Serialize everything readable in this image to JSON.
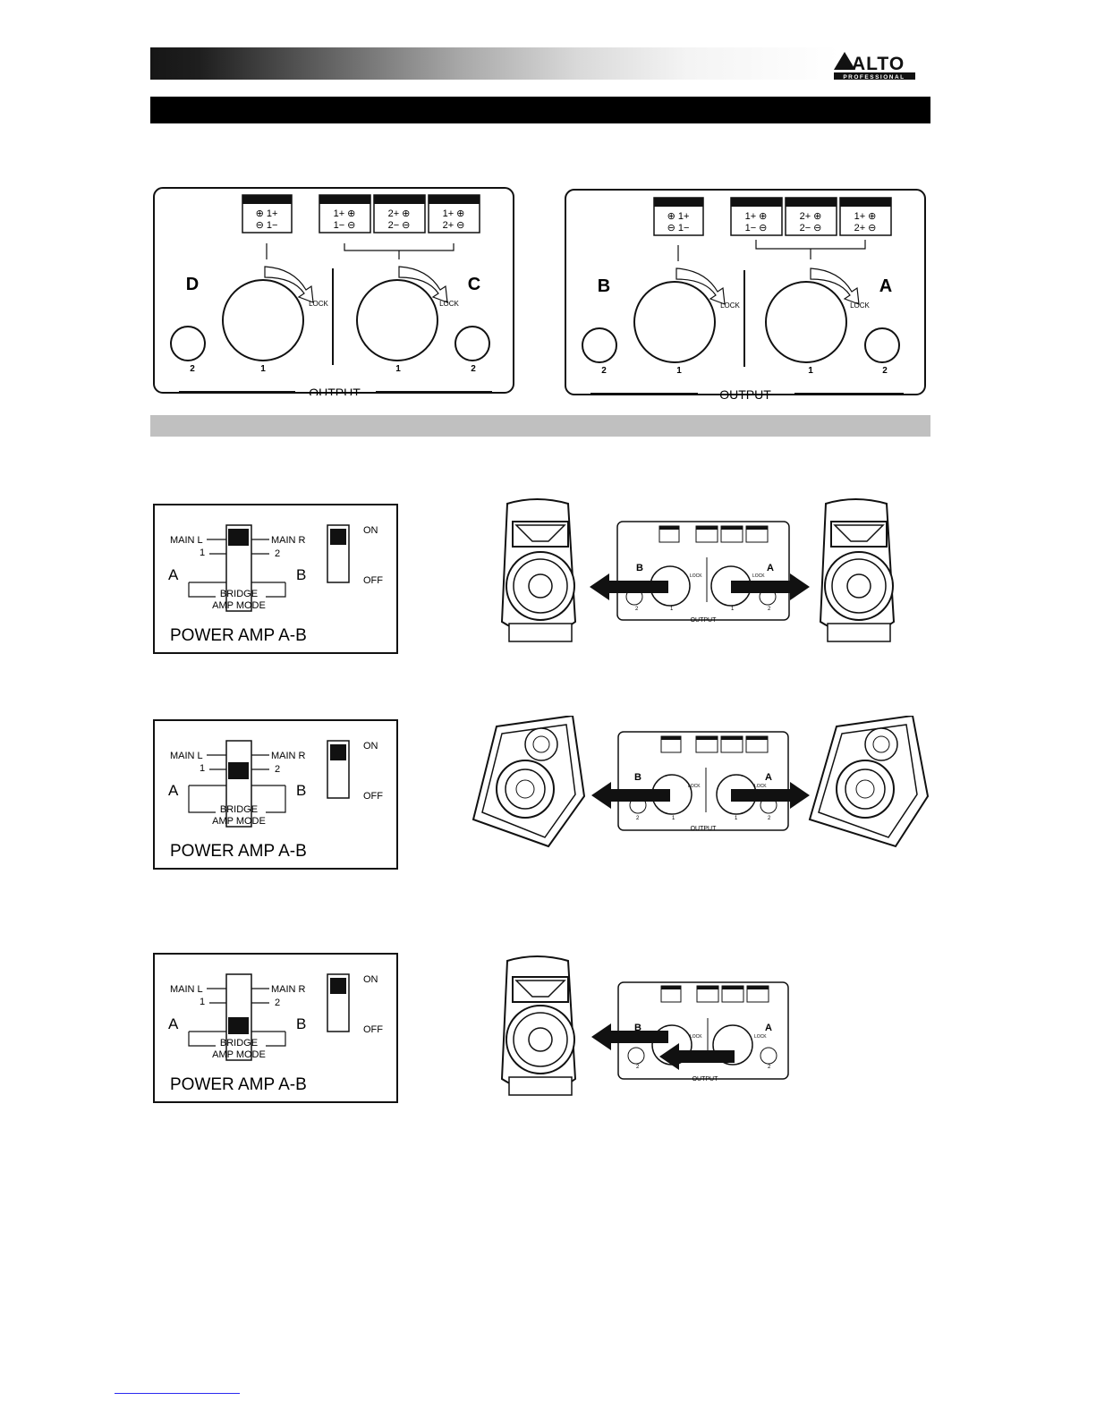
{
  "brand": {
    "name": "ALTO",
    "sub": "PROFESSIONAL"
  },
  "output_panel_left": {
    "terminals": {
      "single": [
        "⊕ 1+",
        "⊖ 1−"
      ],
      "t1": [
        "1+ ⊕",
        "1− ⊖"
      ],
      "t2": [
        "2+ ⊕",
        "2− ⊖"
      ],
      "t3": [
        "1+ ⊕",
        "2+ ⊖"
      ]
    },
    "channel_left": "D",
    "channel_right": "C",
    "lock": "LOCK",
    "n1": "1",
    "n2": "2",
    "output": "OUTPUT"
  },
  "output_panel_right": {
    "terminals": {
      "single": [
        "⊕ 1+",
        "⊖ 1−"
      ],
      "t1": [
        "1+ ⊕",
        "1− ⊖"
      ],
      "t2": [
        "2+ ⊕",
        "2− ⊖"
      ],
      "t3": [
        "1+ ⊕",
        "2+ ⊖"
      ]
    },
    "channel_left": "B",
    "channel_right": "A",
    "lock": "LOCK",
    "n1": "1",
    "n2": "2",
    "output": "OUTPUT"
  },
  "switch_panels": [
    {
      "main_l": "MAIN L",
      "main_r": "MAIN R",
      "n1": "1",
      "n2": "2",
      "a": "A",
      "b": "B",
      "bridge": "BRIDGE",
      "amp_mode": "AMP MODE",
      "on": "ON",
      "off": "OFF",
      "title": "POWER AMP A-B",
      "position": "main"
    },
    {
      "main_l": "MAIN L",
      "main_r": "MAIN R",
      "n1": "1",
      "n2": "2",
      "a": "A",
      "b": "B",
      "bridge": "BRIDGE",
      "amp_mode": "AMP MODE",
      "on": "ON",
      "off": "OFF",
      "title": "POWER AMP A-B",
      "position": "middle"
    },
    {
      "main_l": "MAIN L",
      "main_r": "MAIN R",
      "n1": "1",
      "n2": "2",
      "a": "A",
      "b": "B",
      "bridge": "BRIDGE",
      "amp_mode": "AMP MODE",
      "on": "ON",
      "off": "OFF",
      "title": "POWER AMP A-B",
      "position": "bridge"
    }
  ],
  "mini_panels": [
    {
      "b": "B",
      "a": "A",
      "lock": "LOCK",
      "n1": "1",
      "n2": "2",
      "output": "OUTPUT",
      "speaker": "cabinet"
    },
    {
      "b": "B",
      "a": "A",
      "lock": "LOCK",
      "n1": "1",
      "n2": "2",
      "output": "OUTPUT",
      "speaker": "wedge-monitor"
    },
    {
      "b": "B",
      "a": "A",
      "lock": "LOCK",
      "n2": "2",
      "output": "OUTPUT",
      "speaker": "cabinet"
    }
  ],
  "colors": {
    "ink": "#111111",
    "bar_black": "#000000",
    "bar_gray": "#c0c0c0"
  }
}
